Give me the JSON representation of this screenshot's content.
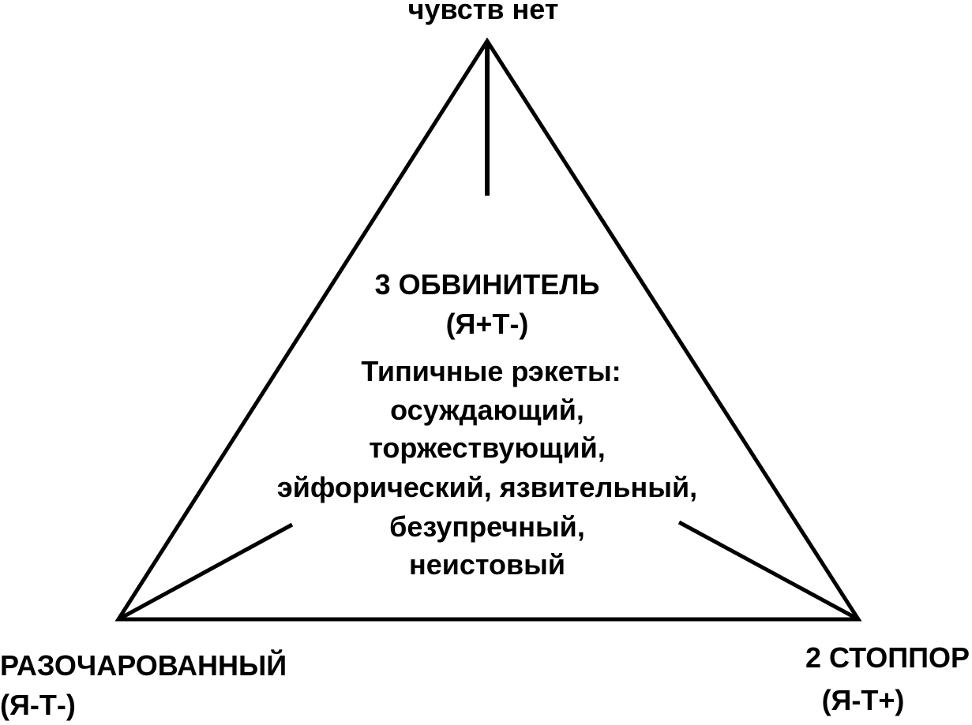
{
  "top_label": "чувств нет",
  "center": {
    "title": "3 ОБВИНИТЕЛЬ",
    "code": "(Я+Т-)",
    "rackets_heading": "Типичные рэкеты:",
    "rackets_lines": [
      "осуждающий,",
      "торжествующий,",
      "эйфорический, язвительный,",
      "безупречный,",
      "неистовый"
    ]
  },
  "bottom_left": {
    "title": "РАЗОЧАРОВАННЫЙ",
    "code": "(Я-Т-)"
  },
  "bottom_right": {
    "title": "2 СТОППОР",
    "code": "(Я-Т+)"
  }
}
